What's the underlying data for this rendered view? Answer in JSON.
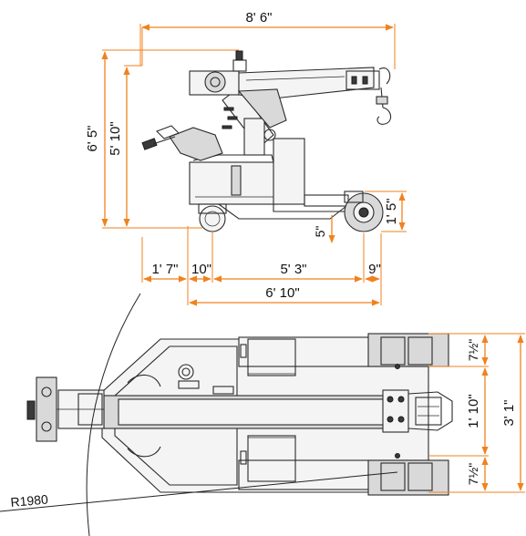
{
  "side_view": {
    "overall_length": "8' 6\"",
    "max_height": "6' 5\"",
    "cab_height": "5' 10\"",
    "rear_wheel_height": "1' 5\"",
    "ground_clearance": "5\"",
    "rear_overhang": "1' 7\"",
    "front_to_axle": "10\"",
    "wheelbase": "5' 3\"",
    "front_overhang": "9\"",
    "body_length": "6' 10\""
  },
  "top_view": {
    "outrigger_width_top": "7½\"",
    "center_width": "1' 10\"",
    "outrigger_width_bottom": "7½\"",
    "overall_width": "3' 1\"",
    "turning_radius": "R1980"
  },
  "colors": {
    "dimension": "#f0821e",
    "outline": "#2a2a2a"
  }
}
